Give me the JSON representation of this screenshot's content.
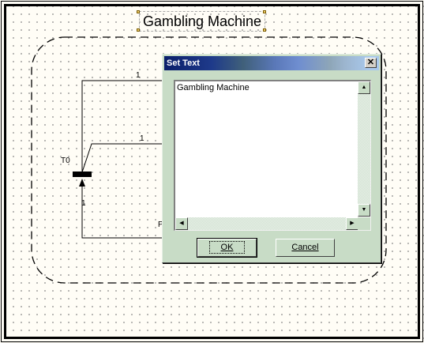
{
  "net": {
    "title": "Gambling Machine",
    "transition_label": "T0",
    "arc_labels": [
      "1",
      "1",
      "1"
    ],
    "partial_label": "P"
  },
  "dialog": {
    "title": "Set Text",
    "close_glyph": "✕",
    "text_value": "Gambling Machine",
    "ok_label": "OK",
    "cancel_label": "Cancel",
    "scroll_up_glyph": "▲",
    "scroll_down_glyph": "▼",
    "scroll_left_glyph": "◀",
    "scroll_right_glyph": "▶"
  }
}
